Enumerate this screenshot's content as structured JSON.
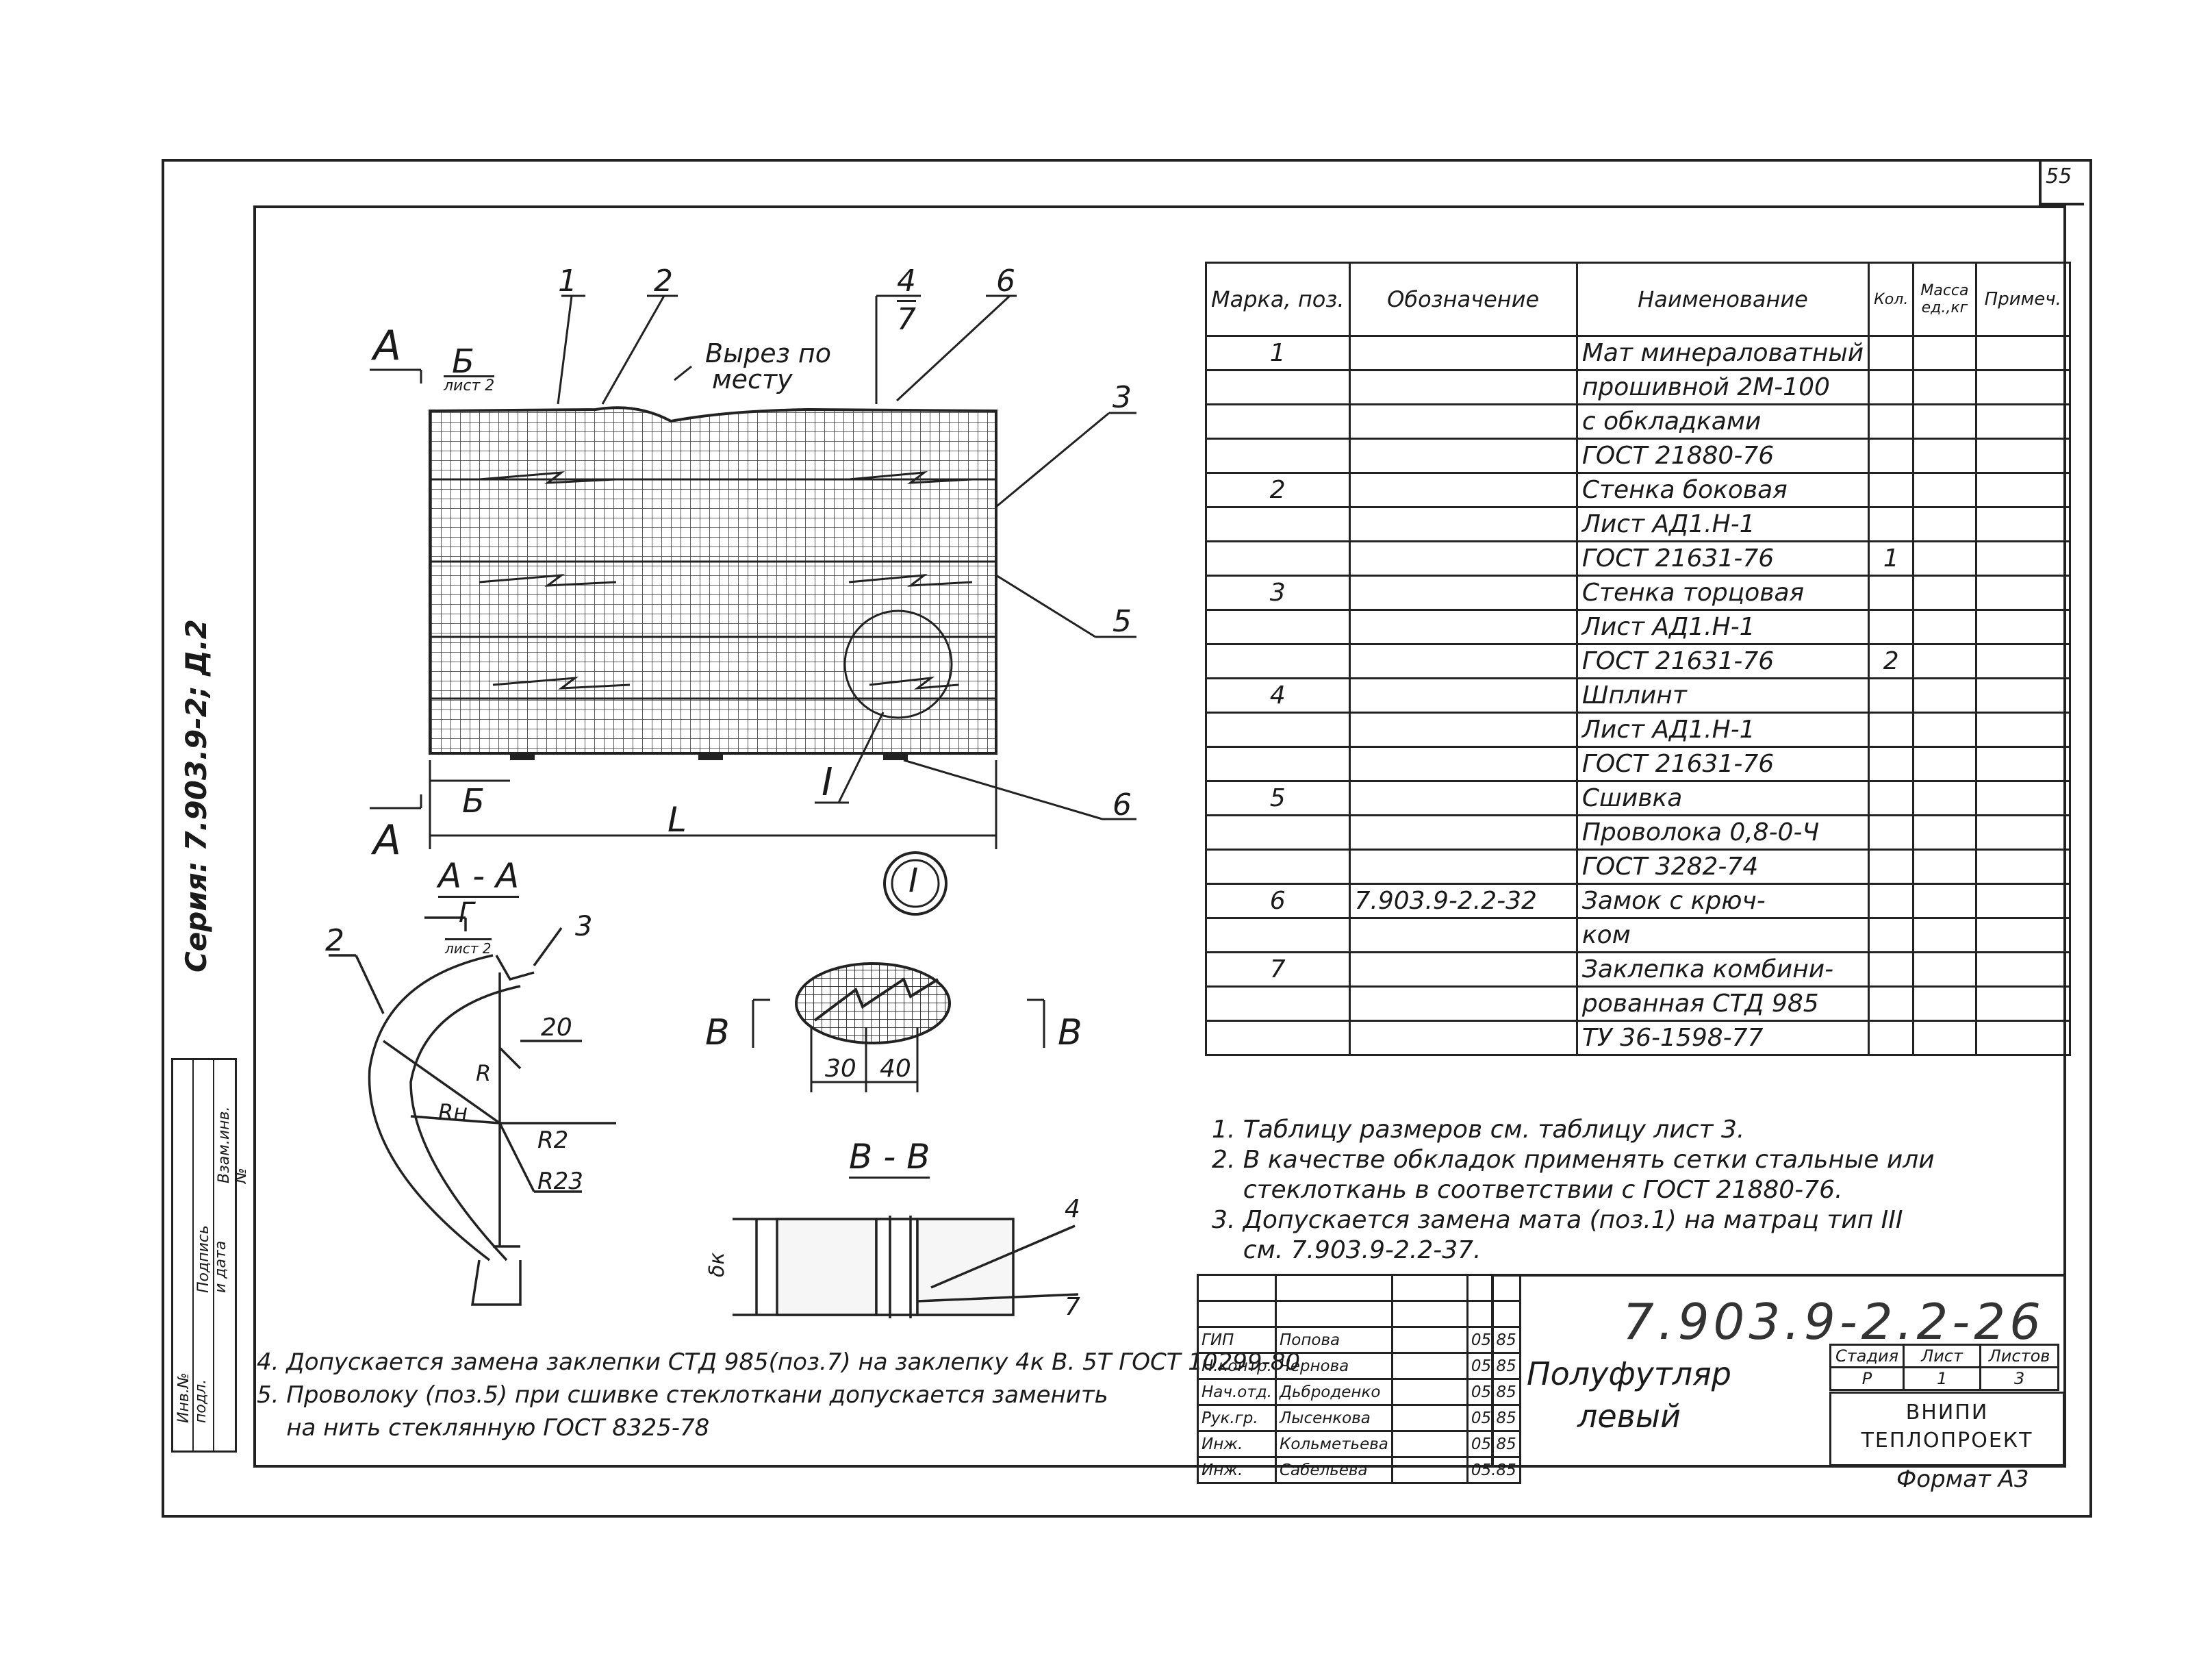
{
  "sheet_corner_number": "55",
  "series_label": "Серия: 7.903.9-2; Д.2",
  "side_strip": [
    "Взам.инв.№",
    "Подпись и дата",
    "Инв.№ подл."
  ],
  "view_labels": {
    "section_a": "А",
    "b_ref_top": "Б",
    "b_ref_top_sheet": "лист 2",
    "b_ref_bottom": "Б",
    "dim_length": "L",
    "cut_note": [
      "Вырез по",
      "месту"
    ],
    "callouts": [
      "1",
      "2",
      "4",
      "7",
      "6",
      "3",
      "5",
      "6"
    ],
    "detail_mark": "I",
    "section_aa": "А - А",
    "section_g": "Г",
    "section_g_sheet": "лист 2",
    "aa_callout_2": "2",
    "aa_callout_3": "3",
    "dim_20": "20",
    "dim_r": "R",
    "dim_rh": "Rн",
    "dim_r2": "R2",
    "dim_r23": "R23",
    "detail_circle": "I",
    "section_v_left": "В",
    "section_v_right": "В",
    "dim_30": "30",
    "dim_40": "40",
    "section_vv": "В - В",
    "vv_callout_4": "4",
    "vv_callout_7": "7",
    "vv_dim": "δк"
  },
  "spec_table": {
    "headers": [
      "Марка, поз.",
      "Обозначение",
      "Наименование",
      "Кол.",
      "Масса ед.,кг",
      "Примеч."
    ],
    "rows": [
      {
        "pos": "1",
        "designation": "",
        "name": "Мат минераловатный",
        "qty": ""
      },
      {
        "pos": "",
        "designation": "",
        "name": "прошивной 2М-100",
        "qty": ""
      },
      {
        "pos": "",
        "designation": "",
        "name": "с обкладками",
        "qty": ""
      },
      {
        "pos": "",
        "designation": "",
        "name": "ГОСТ 21880-76",
        "qty": ""
      },
      {
        "pos": "2",
        "designation": "",
        "name": "Стенка боковая",
        "qty": ""
      },
      {
        "pos": "",
        "designation": "",
        "name": "Лист АД1.Н-1",
        "qty": ""
      },
      {
        "pos": "",
        "designation": "",
        "name": "ГОСТ 21631-76",
        "qty": "1"
      },
      {
        "pos": "3",
        "designation": "",
        "name": "Стенка торцовая",
        "qty": ""
      },
      {
        "pos": "",
        "designation": "",
        "name": "Лист АД1.Н-1",
        "qty": ""
      },
      {
        "pos": "",
        "designation": "",
        "name": "ГОСТ 21631-76",
        "qty": "2"
      },
      {
        "pos": "4",
        "designation": "",
        "name": "Шплинт",
        "qty": ""
      },
      {
        "pos": "",
        "designation": "",
        "name": "Лист АД1.Н-1",
        "qty": ""
      },
      {
        "pos": "",
        "designation": "",
        "name": "ГОСТ 21631-76",
        "qty": ""
      },
      {
        "pos": "5",
        "designation": "",
        "name": "Сшивка",
        "qty": ""
      },
      {
        "pos": "",
        "designation": "",
        "name": "Проволока 0,8-0-Ч",
        "qty": ""
      },
      {
        "pos": "",
        "designation": "",
        "name": "ГОСТ 3282-74",
        "qty": ""
      },
      {
        "pos": "6",
        "designation": "7.903.9-2.2-32",
        "name": "Замок с крюч-",
        "qty": ""
      },
      {
        "pos": "",
        "designation": "",
        "name": "ком",
        "qty": ""
      },
      {
        "pos": "7",
        "designation": "",
        "name": "Заклепка комбини-",
        "qty": ""
      },
      {
        "pos": "",
        "designation": "",
        "name": "рованная СТД 985",
        "qty": ""
      },
      {
        "pos": "",
        "designation": "",
        "name": "ТУ 36-1598-77",
        "qty": ""
      }
    ]
  },
  "notes": [
    "1. Таблицу размеров см. таблицу лист 3.",
    "2. В качестве обкладок применять сетки стальные или",
    "    стеклоткань в соответствии с ГОСТ 21880-76.",
    "3. Допускается замена мата (поз.1) на матрац тип III",
    "    см. 7.903.9-2.2-37."
  ],
  "bottom_notes": [
    "4. Допускается замена заклепки СТД 985(поз.7) на заклепку 4к В. 5Т ГОСТ 10299-80",
    "5. Проволоку (поз.5) при сшивке стеклоткани допускается заменить",
    "    на нить стеклянную ГОСТ 8325-78"
  ],
  "stamp": {
    "roles": [
      {
        "role": "ГИП",
        "name": "Попова",
        "sign": "",
        "date": "05.85"
      },
      {
        "role": "Н.контр.",
        "name": "Чернова",
        "sign": "",
        "date": "05.85"
      },
      {
        "role": "Нач.отд.",
        "name": "Дьброденко",
        "sign": "",
        "date": "05.85"
      },
      {
        "role": "Рук.гр.",
        "name": "Лысенкова",
        "sign": "",
        "date": "05.85"
      },
      {
        "role": "Инж.",
        "name": "Кольметьева",
        "sign": "",
        "date": "05.85"
      },
      {
        "role": "Инж.",
        "name": "Сабельева",
        "sign": "",
        "date": "05.85"
      }
    ],
    "document_number": "7.903.9-2.2-26",
    "part_name": [
      "Полуфутляр",
      "левый"
    ],
    "stage_headers": [
      "Стадия",
      "Лист",
      "Листов"
    ],
    "stage_values": [
      "Р",
      "1",
      "3"
    ],
    "org": [
      "ВНИПИ",
      "ТЕПЛОПРОЕКТ"
    ],
    "format": "Формат А3"
  }
}
